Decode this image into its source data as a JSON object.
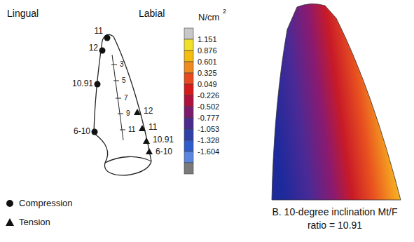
{
  "diagram": {
    "caption": "B. 10-degree inclination Mt/F ratio = 10.91",
    "labels": [
      "Lingual",
      "Labial",
      "11",
      "12",
      "10.91",
      "6-10",
      "12",
      "11",
      "10.91",
      "6-10",
      "3",
      "5",
      "7",
      "9",
      "11",
      "N/cm",
      "2",
      "1.151",
      "0.876",
      "0.601",
      "0.325",
      "0.049",
      "-0.226",
      "-0.502",
      "-0.777",
      "-1.053",
      "-1.328",
      "-1.604"
    ],
    "legend": [
      {
        "text": "Compression"
      },
      {
        "text": "Tension"
      }
    ]
  }
}
